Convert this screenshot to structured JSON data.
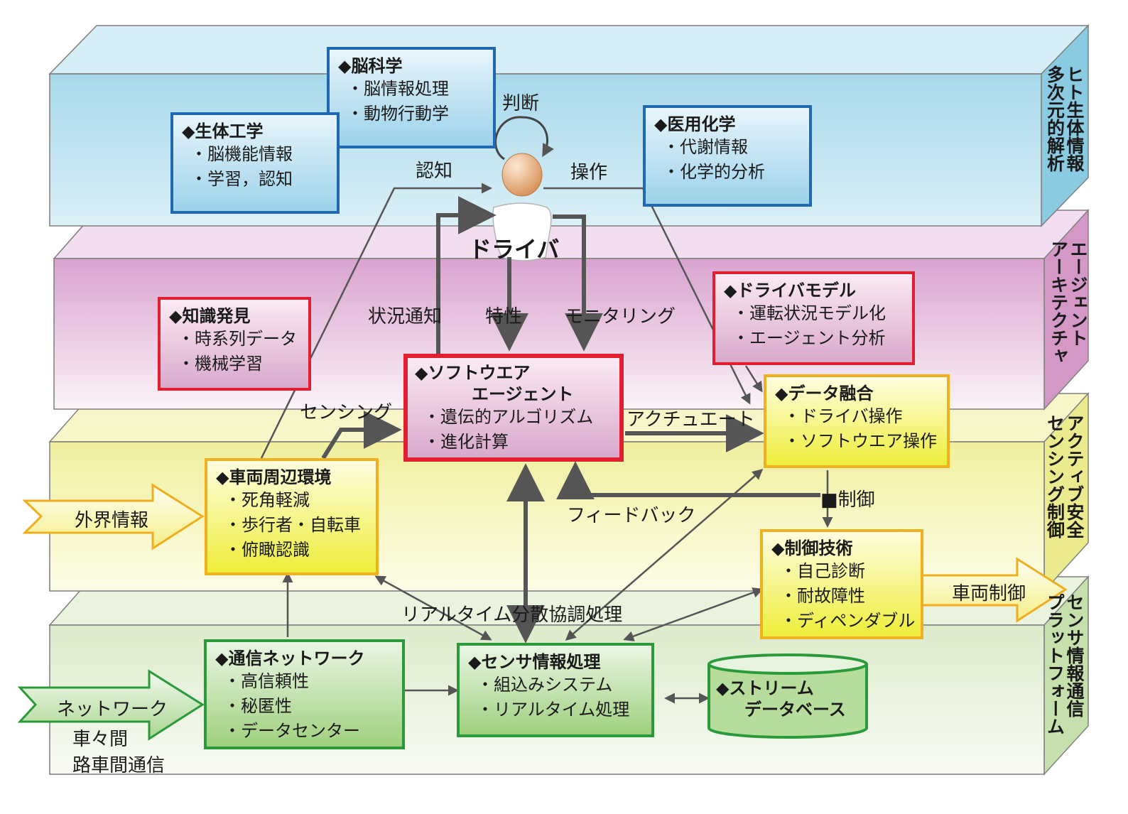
{
  "layers": {
    "human": "ヒト生体情報\n多次元的解析",
    "agent": "エージェント\nアーキテクチャ",
    "sensing": "アクティブ安全\nセンシング制御",
    "platform": "センサ情報通信\nプラットフォーム"
  },
  "driver_label": "ドライバ",
  "boxes": {
    "brain_science": {
      "title": "◆脳科学",
      "items": [
        "・脳情報処理",
        "・動物行動学"
      ]
    },
    "bio_engineering": {
      "title": "◆生体工学",
      "items": [
        "・脳機能情報",
        "・学習，認知"
      ]
    },
    "medical_chemistry": {
      "title": "◆医用化学",
      "items": [
        "・代謝情報",
        "・化学的分析"
      ]
    },
    "knowledge_discovery": {
      "title": "◆知識発見",
      "items": [
        "・時系列データ",
        "・機械学習"
      ]
    },
    "software_agent": {
      "title": "◆ソフトウエア",
      "title2": "エージェント",
      "items": [
        "・遺伝的アルゴリズム",
        "・進化計算"
      ]
    },
    "driver_model": {
      "title": "◆ドライバモデル",
      "items": [
        "・運転状況モデル化",
        "・エージェント分析"
      ]
    },
    "data_fusion": {
      "title": "◆データ融合",
      "items": [
        "・ドライバ操作",
        "・ソフトウエア操作"
      ]
    },
    "vehicle_environment": {
      "title": "◆車両周辺環境",
      "items": [
        "・死角軽減",
        "・歩行者・自転車",
        "・俯瞰認識"
      ]
    },
    "control_tech": {
      "title": "◆制御技術",
      "items": [
        "・自己診断",
        "・耐故障性",
        "・ディペンダブル"
      ]
    },
    "comm_network": {
      "title": "◆通信ネットワーク",
      "items": [
        "・高信頼性",
        "・秘匿性",
        "・データセンター"
      ]
    },
    "sensor_processing": {
      "title": "◆センサ情報処理",
      "items": [
        "・組込みシステム",
        "・リアルタイム処理"
      ]
    },
    "stream_db": {
      "title": "◆ストリーム",
      "title2": "データベース"
    }
  },
  "labels": {
    "judgment": "判断",
    "cognition": "認知",
    "operation": "操作",
    "status_notice": "状況通知",
    "characteristics": "特性",
    "monitoring": "モニタリング",
    "sensing": "センシング",
    "actuate": "アクチュエート",
    "feedback": "フィードバック",
    "control": "■制御",
    "realtime": "リアルタイム分散協調処理",
    "external_info": "外界情報",
    "vehicle_control": "車両制御",
    "network": "ネットワーク",
    "v2v": "車々間",
    "r2v": "路車間通信"
  },
  "colors": {
    "human_layer": "#bfe4f0",
    "agent_layer": "#e2b8d9",
    "sensing_layer": "#f6f4bf",
    "platform_layer": "#e3efd6",
    "arrow": "#555555"
  }
}
